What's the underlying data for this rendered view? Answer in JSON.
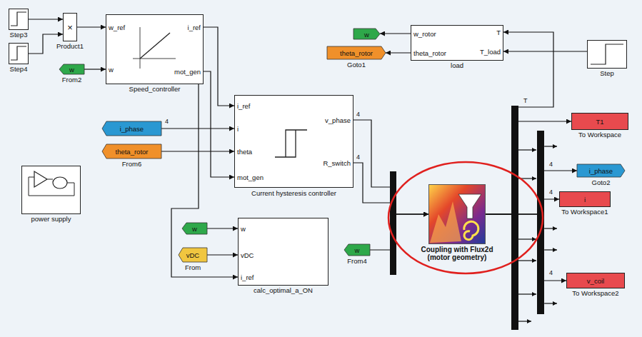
{
  "diagram": {
    "nodes": [
      {
        "text": [
          "Step3"
        ]
      },
      {
        "text": [
          "Step4"
        ]
      },
      {
        "text": [
          "×",
          "Product1"
        ]
      },
      {
        "text": [
          "w",
          "From2"
        ]
      },
      {
        "text": [
          "w_ref",
          "w",
          "i_ref",
          "mot_gen",
          "Speed_controller"
        ]
      },
      {
        "text": [
          "w"
        ]
      },
      {
        "text": [
          "theta_rotor",
          "Goto1"
        ]
      },
      {
        "text": [
          "w_rotor",
          "theta_rotor",
          "T",
          "T_load",
          "load"
        ]
      },
      {
        "text": [
          "Step"
        ]
      },
      {
        "text": [
          "i_phase"
        ]
      },
      {
        "text": [
          "theta_rotor",
          "From6"
        ]
      },
      {
        "text": [
          "i_ref",
          "i",
          "theta",
          "mot_gen",
          "v_phase",
          "R_switch",
          "Current hysteresis controller"
        ]
      },
      {
        "text": [
          "power supply"
        ]
      },
      {
        "text": [
          "w"
        ]
      },
      {
        "text": [
          "vDC",
          "From"
        ]
      },
      {
        "text": [
          "w",
          "vDC",
          "i_ref",
          "calc_optimal_a_ON"
        ]
      },
      {
        "text": [
          "w",
          "From4"
        ]
      },
      {
        "text": [
          "Coupling with Flux2d (motor geometry)"
        ]
      },
      {
        "text": [
          "T1",
          "To Workspace"
        ]
      },
      {
        "text": [
          "i_phase",
          "Goto2"
        ]
      },
      {
        "text": [
          "i",
          "To Workspace1"
        ]
      },
      {
        "text": [
          "v_coil",
          "To Workspace2"
        ]
      }
    ],
    "edges": [
      {
        "from": 0,
        "to": 2,
        "arrow": "to"
      },
      {
        "from": 1,
        "to": 2,
        "arrow": "to"
      },
      {
        "from": 2,
        "to": 4,
        "arrow": "to"
      },
      {
        "from": 3,
        "to": 4,
        "arrow": "to"
      },
      {
        "from": 4,
        "to": 11,
        "arrow": "to"
      },
      {
        "from": 4,
        "to": 11,
        "arrow": "to"
      },
      {
        "from": 4,
        "to": 15,
        "arrow": "to"
      },
      {
        "from": 9,
        "to": 11,
        "arrow": "to"
      },
      {
        "from": 10,
        "to": 11,
        "arrow": "to"
      },
      {
        "from": 13,
        "to": 15,
        "arrow": "to"
      },
      {
        "from": 14,
        "to": 15,
        "arrow": "to"
      },
      {
        "from": 11,
        "to": 17,
        "arrow": "to"
      },
      {
        "from": 11,
        "to": 17,
        "arrow": "to"
      },
      {
        "from": 16,
        "to": 17,
        "arrow": "to"
      },
      {
        "from": 17,
        "to": 18,
        "arrow": "to"
      },
      {
        "from": 17,
        "to": 19,
        "arrow": "to"
      },
      {
        "from": 17,
        "to": 20,
        "arrow": "to"
      },
      {
        "from": 17,
        "to": 21,
        "arrow": "to"
      },
      {
        "from": 17,
        "to": 7,
        "arrow": "to"
      },
      {
        "from": 8,
        "to": 7,
        "arrow": "to"
      },
      {
        "from": 7,
        "to": 5,
        "arrow": "to"
      },
      {
        "from": 7,
        "to": 6,
        "arrow": "to"
      }
    ],
    "labels": [
      "4",
      "4",
      "4",
      "T",
      "4",
      "4",
      "4"
    ]
  }
}
